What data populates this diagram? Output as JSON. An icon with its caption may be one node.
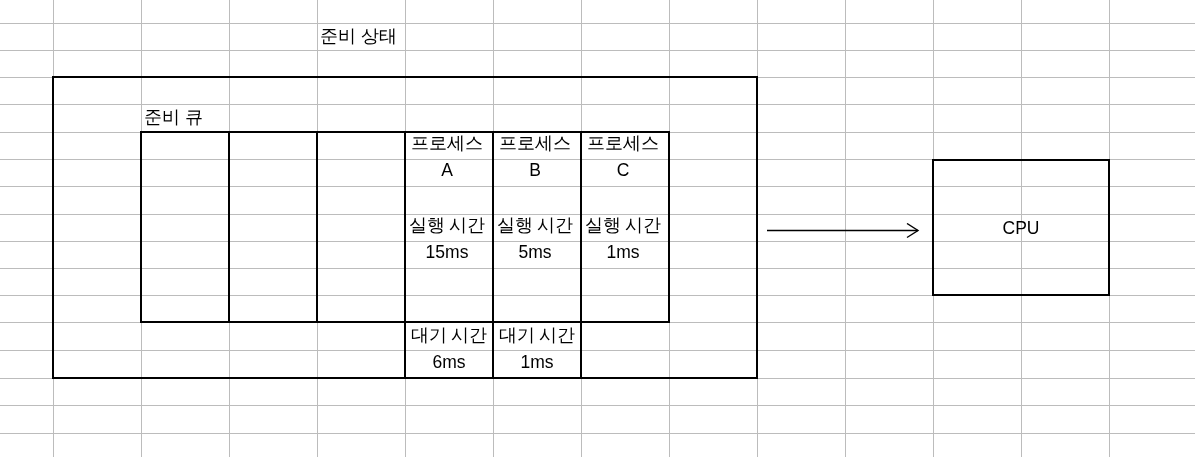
{
  "diagram": {
    "nodes": [
      {
        "text": [
          "준비 상태"
        ]
      },
      {
        "text": [
          "준비 큐"
        ],
        "in": 0
      },
      {
        "text": [],
        "shape": "box",
        "in": 1
      },
      {
        "text": [],
        "shape": "box",
        "in": 1
      },
      {
        "text": [],
        "shape": "box",
        "in": 1
      },
      {
        "text": [
          "프로세스 A",
          "실행 시간 15ms"
        ],
        "in": 1
      },
      {
        "text": [
          "프로세스 B",
          "실행 시간 5ms"
        ],
        "in": 1
      },
      {
        "text": [
          "프로세스 C",
          "실행 시간 1ms"
        ],
        "in": 1
      },
      {
        "text": [
          "대기 시간 6ms"
        ],
        "in": 0
      },
      {
        "text": [
          "대기 시간 1ms"
        ],
        "in": 0
      },
      {
        "text": [
          "CPU"
        ]
      }
    ],
    "edges": [
      {
        "from": 0,
        "to": 10,
        "arrow": "to"
      }
    ]
  }
}
